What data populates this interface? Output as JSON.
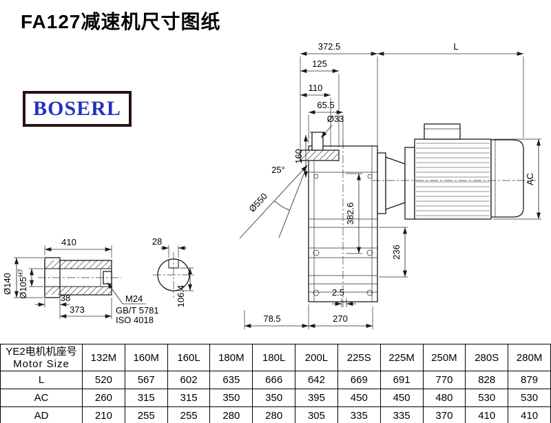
{
  "page": {
    "title": "FA127减速机尺寸图纸",
    "logo": "BOSERL"
  },
  "dims": {
    "top_width": "372.5",
    "motor_len": "L",
    "d125": "125",
    "d110": "110",
    "d65_5": "65.5",
    "shaft_dia": "Ø33",
    "d160": "160",
    "angle": "25°",
    "housing_dia": "Ø550",
    "d382_6": "382.6",
    "ac": "AC",
    "d236": "236",
    "d2_5": "2.5",
    "d78_5": "78.5",
    "d270": "270",
    "d410": "410",
    "d38": "38",
    "d373": "373",
    "d140": "Ø140",
    "d105": "Ø105",
    "d105_tol": "H7",
    "m24": "M24",
    "gbt": "GB/T 5781",
    "iso": "ISO 4018",
    "d28": "28",
    "d106_4": "106.4"
  },
  "table": {
    "header_cn": "YE2电机机座号",
    "header_en": "Motor Size",
    "columns": [
      "132M",
      "160M",
      "160L",
      "180M",
      "180L",
      "200L",
      "225S",
      "225M",
      "250M",
      "280S",
      "280M"
    ],
    "rows": [
      {
        "label": "L",
        "values": [
          "520",
          "567",
          "602",
          "635",
          "666",
          "642",
          "669",
          "691",
          "770",
          "828",
          "879"
        ]
      },
      {
        "label": "AC",
        "values": [
          "260",
          "315",
          "315",
          "350",
          "350",
          "395",
          "450",
          "450",
          "480",
          "530",
          "530"
        ]
      },
      {
        "label": "AD",
        "values": [
          "210",
          "255",
          "255",
          "280",
          "280",
          "305",
          "335",
          "335",
          "370",
          "410",
          "410"
        ]
      }
    ]
  }
}
